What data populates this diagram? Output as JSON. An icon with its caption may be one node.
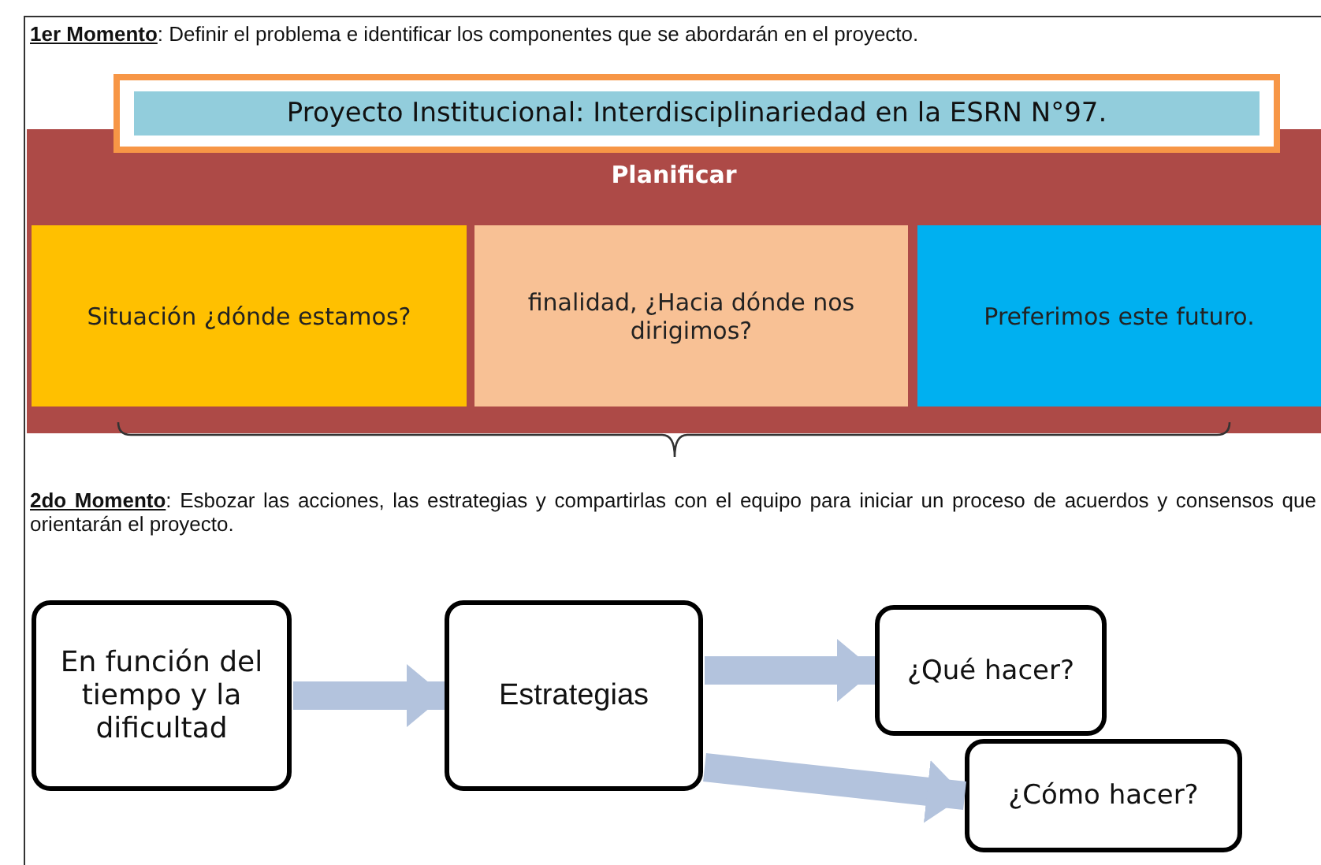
{
  "diagram": {
    "nodes": [
      {
        "text": [
          "Proyecto Institucional: Interdisciplinariedad en la ESRN N°97."
        ]
      },
      {
        "text": [
          "Planificar"
        ]
      },
      {
        "text": [
          "Situación ¿dónde estamos?"
        ],
        "in": 1
      },
      {
        "text": [
          "finalidad, ¿Hacia dónde nos dirigimos?"
        ],
        "in": 1
      },
      {
        "text": [
          "Preferimos este futuro."
        ],
        "in": 1
      },
      {
        "text": [
          "En función del tiempo y la dificultad"
        ]
      },
      {
        "text": [
          "Estrategias"
        ]
      },
      {
        "text": [
          "¿Qué hacer?"
        ]
      },
      {
        "text": [
          "¿Cómo hacer?"
        ]
      }
    ],
    "edges": [
      {
        "from": 5,
        "to": 6,
        "arrow": "to"
      },
      {
        "from": 6,
        "to": 7,
        "arrow": "to"
      },
      {
        "from": 6,
        "to": 8,
        "arrow": "to"
      }
    ],
    "labels": [
      "**1er Momento**: Definir el problema e identificar los componentes que se abordarán en el proyecto.",
      "**2do Momento**: Esbozar las acciones, las estrategias y compartirlas con el equipo para iniciar un proceso de acuerdos y consensos que orientarán el proyecto."
    ]
  }
}
